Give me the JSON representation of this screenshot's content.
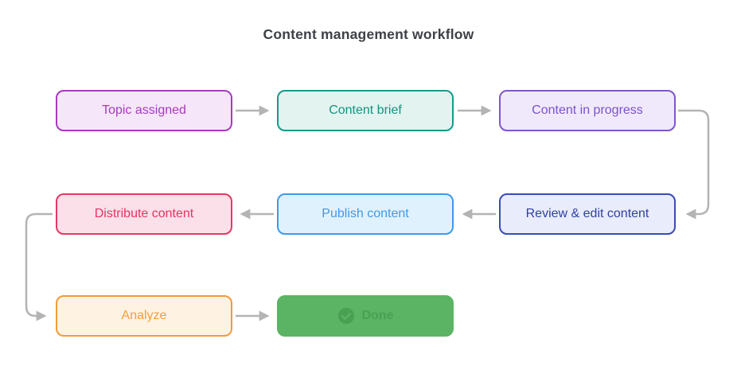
{
  "title": "Content management workflow",
  "connector_color": "#b4b4b4",
  "nodes": [
    {
      "id": "topic-assigned",
      "label": "Topic assigned",
      "border": "#a63bbf",
      "bg": "#f6e6f9",
      "text": "#a43bbd"
    },
    {
      "id": "content-brief",
      "label": "Content brief",
      "border": "#18998a",
      "bg": "#e2f3f0",
      "text": "#13947f"
    },
    {
      "id": "content-in-progress",
      "label": "Content in progress",
      "border": "#7e57c8",
      "bg": "#f0e9fb",
      "text": "#7b51d1"
    },
    {
      "id": "distribute-content",
      "label": "Distribute content",
      "border": "#e23a64",
      "bg": "#fbdfe9",
      "text": "#e73361"
    },
    {
      "id": "publish-content",
      "label": "Publish content",
      "border": "#3d9ae8",
      "bg": "#e0f1fe",
      "text": "#3d9ae8"
    },
    {
      "id": "review-edit-content",
      "label": "Review & edit content",
      "border": "#3a4cb4",
      "bg": "#e9ecfa",
      "text": "#2e3fa5"
    },
    {
      "id": "analyze",
      "label": "Analyze",
      "border": "#f19a3c",
      "bg": "#fef3e3",
      "text": "#f59d3d"
    },
    {
      "id": "done",
      "label": "Done",
      "border": "#5bb464",
      "bg": "#5bb464",
      "text": "#49a053",
      "icon": "check-circle"
    }
  ],
  "edges": [
    {
      "from": "topic-assigned",
      "to": "content-brief"
    },
    {
      "from": "content-brief",
      "to": "content-in-progress"
    },
    {
      "from": "content-in-progress",
      "to": "review-edit-content"
    },
    {
      "from": "review-edit-content",
      "to": "publish-content"
    },
    {
      "from": "publish-content",
      "to": "distribute-content"
    },
    {
      "from": "distribute-content",
      "to": "analyze"
    },
    {
      "from": "analyze",
      "to": "done"
    }
  ]
}
